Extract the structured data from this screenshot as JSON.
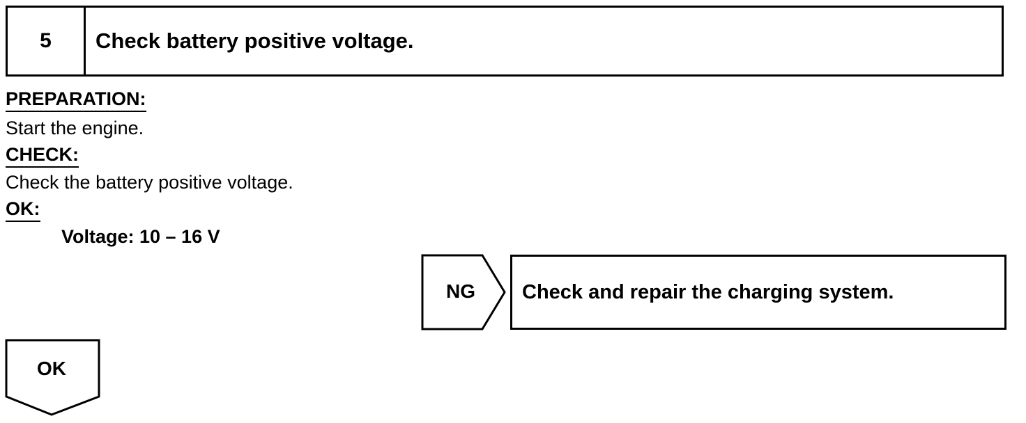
{
  "step": {
    "number": "5",
    "title": "Check battery positive voltage."
  },
  "preparation": {
    "label": "PREPARATION:",
    "text": "Start the engine."
  },
  "check": {
    "label": "CHECK:",
    "text": "Check the battery positive voltage."
  },
  "ok_spec": {
    "label": "OK:",
    "text": "Voltage: 10 – 16 V"
  },
  "ng_branch": {
    "label": "NG",
    "action": "Check and repair the charging system."
  },
  "ok_branch": {
    "label": "OK"
  }
}
